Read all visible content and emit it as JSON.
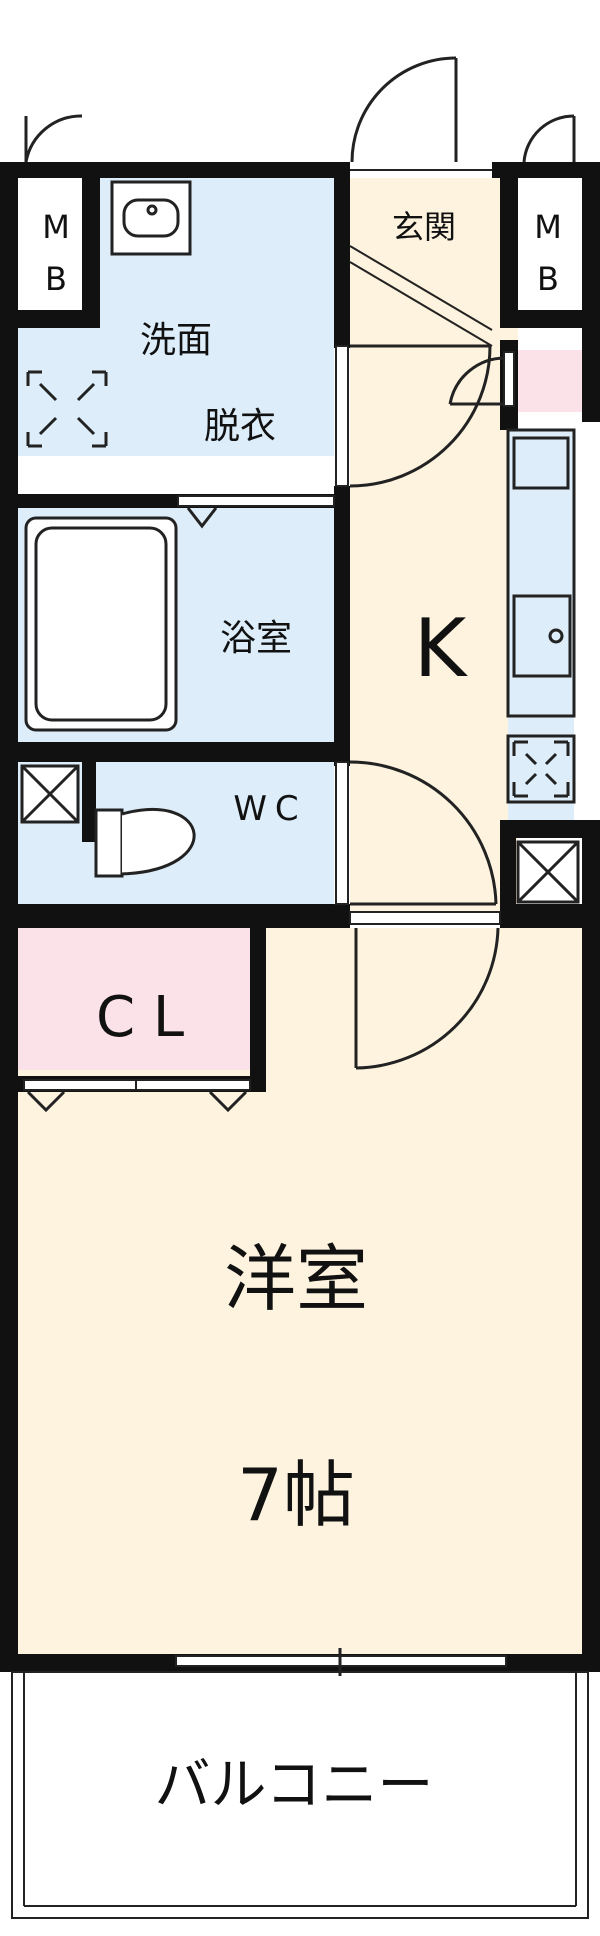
{
  "rooms": {
    "mb_left": {
      "m": "M",
      "b": "B"
    },
    "mb_right": {
      "m": "M",
      "b": "B"
    },
    "entrance": "玄関",
    "washroom": {
      "line1": "洗面",
      "line2": "脱衣"
    },
    "bath": "浴室",
    "toilet": "WC",
    "kitchen": "K",
    "closet": "C L",
    "western_room": {
      "name": "洋室",
      "size": "7帖"
    },
    "balcony": "バルコニー"
  },
  "colors": {
    "wall": "#111111",
    "wet_area": "#ddeefa",
    "living_area": "#fdf3df",
    "closet": "#fbe1e8",
    "outline": "#222222"
  }
}
